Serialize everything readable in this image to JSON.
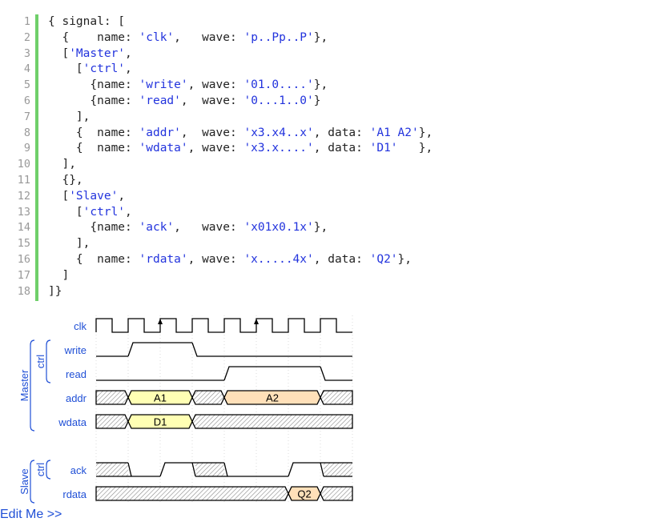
{
  "editor": {
    "line_numbers": [
      "1",
      "2",
      "3",
      "4",
      "5",
      "6",
      "7",
      "8",
      "9",
      "10",
      "11",
      "12",
      "13",
      "14",
      "15",
      "16",
      "17",
      "18"
    ],
    "lines": [
      [
        {
          "t": "{ signal: ["
        }
      ],
      [
        {
          "t": "  {    name: "
        },
        {
          "t": "'clk'",
          "s": 1
        },
        {
          "t": ",   wave: "
        },
        {
          "t": "'p..Pp..P'",
          "s": 1
        },
        {
          "t": "},"
        }
      ],
      [
        {
          "t": "  ["
        },
        {
          "t": "'Master'",
          "s": 1
        },
        {
          "t": ","
        }
      ],
      [
        {
          "t": "    ["
        },
        {
          "t": "'ctrl'",
          "s": 1
        },
        {
          "t": ","
        }
      ],
      [
        {
          "t": "      {name: "
        },
        {
          "t": "'write'",
          "s": 1
        },
        {
          "t": ", wave: "
        },
        {
          "t": "'01.0....'",
          "s": 1
        },
        {
          "t": "},"
        }
      ],
      [
        {
          "t": "      {name: "
        },
        {
          "t": "'read'",
          "s": 1
        },
        {
          "t": ",  wave: "
        },
        {
          "t": "'0...1..0'",
          "s": 1
        },
        {
          "t": "}"
        }
      ],
      [
        {
          "t": "    ],"
        }
      ],
      [
        {
          "t": "    {  name: "
        },
        {
          "t": "'addr'",
          "s": 1
        },
        {
          "t": ",  wave: "
        },
        {
          "t": "'x3.x4..x'",
          "s": 1
        },
        {
          "t": ", data: "
        },
        {
          "t": "'A1 A2'",
          "s": 1
        },
        {
          "t": "},"
        }
      ],
      [
        {
          "t": "    {  name: "
        },
        {
          "t": "'wdata'",
          "s": 1
        },
        {
          "t": ", wave: "
        },
        {
          "t": "'x3.x....'",
          "s": 1
        },
        {
          "t": ", data: "
        },
        {
          "t": "'D1'",
          "s": 1
        },
        {
          "t": "   },"
        }
      ],
      [
        {
          "t": "  ],"
        }
      ],
      [
        {
          "t": "  {},"
        }
      ],
      [
        {
          "t": "  ["
        },
        {
          "t": "'Slave'",
          "s": 1
        },
        {
          "t": ","
        }
      ],
      [
        {
          "t": "    ["
        },
        {
          "t": "'ctrl'",
          "s": 1
        },
        {
          "t": ","
        }
      ],
      [
        {
          "t": "      {name: "
        },
        {
          "t": "'ack'",
          "s": 1
        },
        {
          "t": ",   wave: "
        },
        {
          "t": "'x01x0.1x'",
          "s": 1
        },
        {
          "t": "},"
        }
      ],
      [
        {
          "t": "    ],"
        }
      ],
      [
        {
          "t": "    {  name: "
        },
        {
          "t": "'rdata'",
          "s": 1
        },
        {
          "t": ", wave: "
        },
        {
          "t": "'x.....4x'",
          "s": 1
        },
        {
          "t": ", data: "
        },
        {
          "t": "'Q2'",
          "s": 1
        },
        {
          "t": "},"
        }
      ],
      [
        {
          "t": "  ]"
        }
      ],
      [
        {
          "t": "]}"
        }
      ]
    ]
  },
  "waveform": {
    "groups": [
      {
        "label": "Master",
        "first": 1,
        "last": 4
      },
      {
        "label": "ctrl",
        "first": 1,
        "last": 2
      },
      {
        "label": "Slave",
        "first": 6,
        "last": 7
      },
      {
        "label": "ctrl",
        "first": 6,
        "last": 6
      }
    ],
    "signals": [
      {
        "name": "clk",
        "type": "clock",
        "arrows_at": [
          4,
          10
        ]
      },
      {
        "name": "write",
        "type": "bit",
        "wave": "01.0...."
      },
      {
        "name": "read",
        "type": "bit",
        "wave": "0...1..0"
      },
      {
        "name": "addr",
        "type": "bus",
        "wave": "x3.x4..x",
        "data": [
          "A1",
          "A2"
        ]
      },
      {
        "name": "wdata",
        "type": "bus",
        "wave": "x3.x....",
        "data": [
          "D1"
        ]
      },
      {
        "name": "",
        "type": "gap"
      },
      {
        "name": "ack",
        "type": "bit",
        "wave": "x01x0.1x"
      },
      {
        "name": "rdata",
        "type": "bus",
        "wave": "x.....4x",
        "data": [
          "Q2"
        ]
      }
    ],
    "colors": {
      "line": "#000000",
      "label": "#1f4fd6",
      "bus3": "#ffffb4",
      "bus4": "#ffe0b9",
      "hatch": "#888888",
      "grid": "#cccccc"
    }
  },
  "links": {
    "edit_me": "Edit Me >>"
  }
}
